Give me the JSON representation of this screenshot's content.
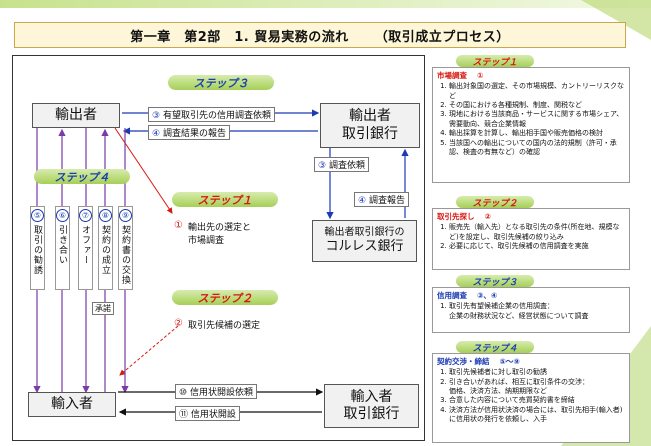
{
  "title": {
    "main": "第一章　第2部　1. 貿易実務の流れ",
    "sub": "（取引成立プロセス）"
  },
  "steps": {
    "s1": "ステップ１",
    "s2": "ステップ２",
    "s3": "ステップ３",
    "s4": "ステップ４"
  },
  "parties": {
    "exporter": "輸出者",
    "exporter_bank": [
      "輸出者",
      "取引銀行"
    ],
    "correspondent": [
      "輸出者取引銀行の",
      "コルレス銀行"
    ],
    "importer": "輸入者",
    "importer_bank": [
      "輸入者",
      "取引銀行"
    ]
  },
  "flows": {
    "f3a": {
      "num": "③",
      "text": "有望取引先の信用調査依頼"
    },
    "f4a": {
      "num": "④",
      "text": "調査結果の報告"
    },
    "f3b": {
      "num": "③",
      "text": "調査依頼"
    },
    "f4b": {
      "num": "④",
      "text": "調査報告"
    },
    "f10": {
      "num": "⑩",
      "text": "信用状開設依頼"
    },
    "f11": {
      "num": "⑪",
      "text": "信用状開設"
    }
  },
  "columns": [
    {
      "num": "⑤",
      "text": "取引の勧誘"
    },
    {
      "num": "⑥",
      "text": "引き合い"
    },
    {
      "num": "⑦",
      "text": "オファー"
    },
    {
      "num": "⑧",
      "text": "契約の成立"
    },
    {
      "num": "⑨",
      "text": "契約書の交換"
    }
  ],
  "shoudaku": "承諾",
  "red_items": {
    "r1": {
      "num": "①",
      "text": "輸出先の選定と\n市場調査"
    },
    "r2": {
      "num": "②",
      "text": "取引先候補の選定"
    }
  },
  "panels": {
    "p1": {
      "header": "市場調査",
      "header_num": "①",
      "items": [
        "輸出対象国の選定、その市場規模、カントリーリスクなど",
        "その国における各種規制、制度、関税など",
        "現地における当該商品・サービスに関する市場シェア、需要動向、競合企業情報",
        "輸出採算を計算し、輸出相手国や販売価格の検討",
        "当該国への輸出についての国内の法的規制（許可・承認、検査の有無など）の確認"
      ]
    },
    "p2": {
      "header": "取引先探し",
      "header_num": "②",
      "items": [
        "販売先（輸入先）となる取引先の条件(所在地、規模など)を設定し、取引先候補の絞り込み",
        "必要に応じて、取引先候補の信用調査を実施"
      ]
    },
    "p3": {
      "header": "信用調査",
      "header_num": "③、④",
      "items": [
        "取引先有望候補企業の信用調査："
      ],
      "indent": "企業の財務状況など、経営状態について調査"
    },
    "p4": {
      "header": "契約交渉・締結",
      "header_num": "⑤～⑨",
      "items": [
        "取引先候補者に対し取引の勧誘",
        "引き合いがあれば、相互に取引条件の交渉：",
        "合意した内容について売買契約書を締結",
        "決済方法が信用状決済の場合には、取引先相手(輸入者)に信用状の発行を依頼し、入手"
      ],
      "indent": "価格、決済方法、納期期限など"
    }
  },
  "colors": {
    "blue": "#1b3ab3",
    "red": "#d8170f",
    "green": "#a6cf57",
    "purple": "#7a3aa8"
  }
}
